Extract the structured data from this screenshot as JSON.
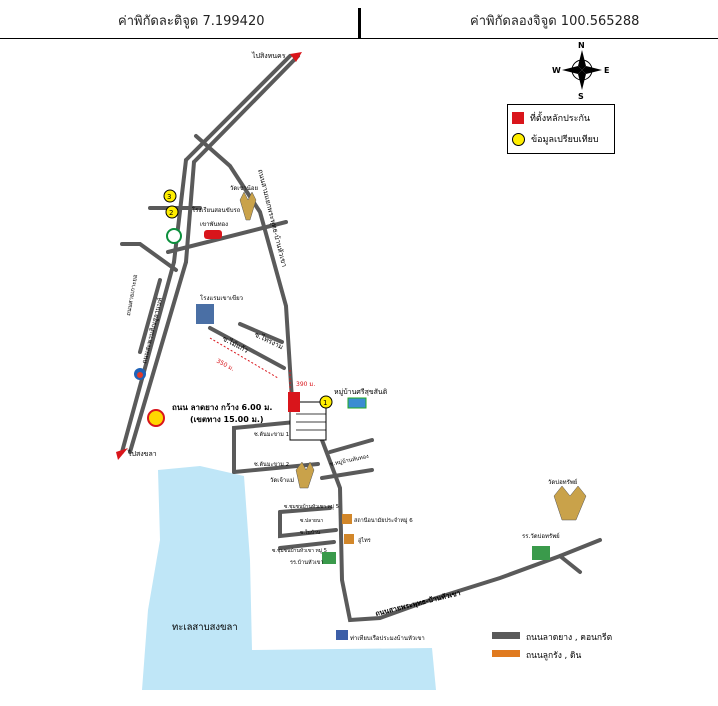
{
  "header": {
    "lat_label": "ค่าพิกัดละติจูด 7.199420",
    "lon_label": "ค่าพิกัดลองจิจูด 100.565288"
  },
  "compass": {
    "n": "N",
    "s": "S",
    "e": "E",
    "w": "W"
  },
  "legend": {
    "pin_label": "ที่ตั้งหลักประกัน",
    "pin_color": "#d9151b",
    "compare_label": "ข้อมูลเปรียบเทียบ",
    "compare_color": "#ffee00"
  },
  "road_legend": {
    "paved_label": "ถนนลาดยาง , คอนกรีต",
    "paved_color": "#5a5a5a",
    "dirt_label": "ถนนลูกรัง , ดิน",
    "dirt_color": "#e07a1f"
  },
  "labels": {
    "to_nakhon": "ไปสิงหนคร",
    "to_songkhla": "ไปสงขลา",
    "road_main_vertical": "ถนนสามแยกพระพุทธ-บ้านหัวเขา",
    "road_left": "ถนนสะพานติณสูลานนท์",
    "road_far_left": "ถนนสายเกาะยอ",
    "temple_top": "วัดเขาน้อย",
    "school_top": "โรงเรียนสอนขับรถ",
    "school_top2": "เขาพันทอง",
    "school_mid": "โรงแรมเขาเขียว",
    "soi_1": "ซ.ไทรงาม",
    "soi_2": "ซ.ไม้แก้ว",
    "dist_1": "350 ม.",
    "dist_2": "390 ม.",
    "village": "หมู่บ้านศรีสุขสันติ",
    "road_width": "ถนน ลาดยาง กว้าง 6.00 ม.",
    "road_width2": "(เขตทาง 15.00 ม.)",
    "soi_3": "ซ.ต้นมะขาม 1",
    "soi_4": "ซ.ต้นมะขาม 2",
    "soi_5": "ซ.หมู่บ้านทับทอง",
    "temple_mid": "วัดเจ้าแม่",
    "soi_6": "ซ.ชุมชนบ้านหัวเขา หมู่ 5",
    "soi_7": "ซ.ปลายนา",
    "soi_8": "ซ.ในบ้าน",
    "soi_9": "ซ.ชุมชนบ้านหัวเขา หมู่ 5",
    "office": "สถานีอนามัยประจำหมู่ 6",
    "shrine": "อู่ไทร",
    "school_low": "รร.บ้านหัวเขา",
    "temple_right": "วัดบ่อทรัพย์",
    "school_right": "รร.วัดบ่อทรัพย์",
    "road_bottom": "ถนนสายพระพุทธ-บ้านหัวเขา",
    "lake": "ทะเลสาบสงขลา",
    "fish_port": "ท่าเทียบเรือประมงบ้านหัวเขา",
    "num_1": "1",
    "num_2": "2",
    "num_3": "3"
  }
}
